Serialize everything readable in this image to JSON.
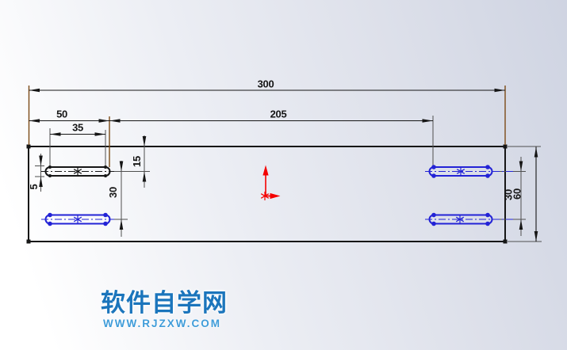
{
  "dimensions": {
    "overall_length": "300",
    "right_slot_offset": "205",
    "left_slot_end_offset": "50",
    "slot_arc_spacing": "35",
    "slot_top_offset": "15",
    "slot_width": "5",
    "left_slots_spacing": "30",
    "right_slots_spacing": "30",
    "overall_height": "60"
  },
  "watermark": {
    "site_name": "软件自学网",
    "site_url": "WWW.RJZXW.COM"
  },
  "colors": {
    "line_black": "#161616",
    "ext_gray": "#4f4f4f",
    "extension_brown": "#7c4a15",
    "selected_blue": "#2323d6",
    "origin_red": "#f40000",
    "watermark_blue": "#1b75bc",
    "watermark_url_blue": "#3f9cd9"
  }
}
